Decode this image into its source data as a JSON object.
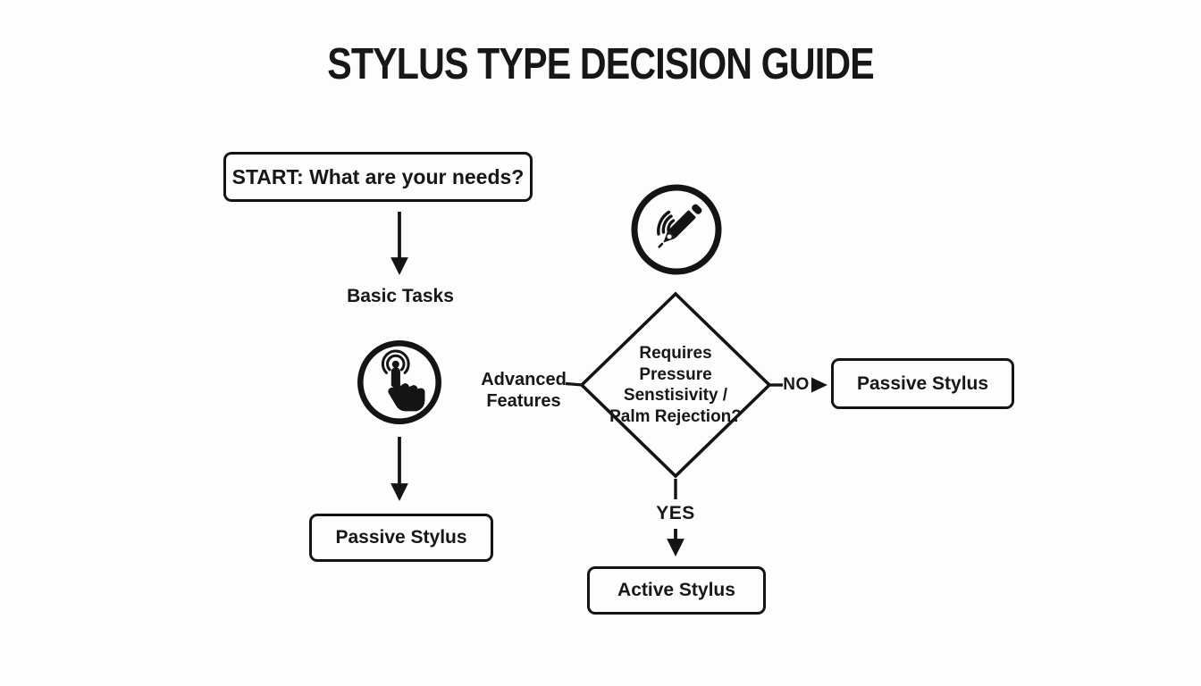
{
  "title": "STYLUS TYPE DECISION GUIDE",
  "flow": {
    "start": "START: What are your needs?",
    "basic_branch_label": "Basic Tasks",
    "advanced_branch_label": {
      "lines": [
        "Advanced",
        "Features"
      ]
    },
    "decision": {
      "question": "Requires Pressure Senstisivity / Palm Rejection?",
      "lines": [
        "Requires",
        "Pressure",
        "Senstisivity /",
        "Palm Rejection?"
      ]
    },
    "no_label": "NO",
    "yes_label": "YES",
    "outcome_basic": "Passive Stylus",
    "outcome_no": "Passive Stylus",
    "outcome_yes": "Active Stylus"
  },
  "icons": {
    "basic_branch": "touch-tap-icon",
    "advanced_branch": "active-stylus-icon"
  },
  "colors": {
    "background": "#fcfdfd",
    "ink": "#141414",
    "node_fill": "#fdfdfd"
  }
}
